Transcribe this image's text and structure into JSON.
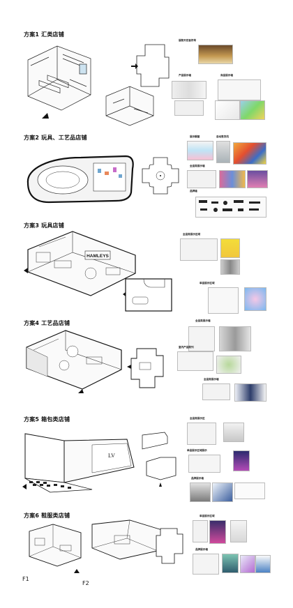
{
  "schemes": [
    {
      "title": "方案1 汇类店铺",
      "labels": [
        "展陈天花板符号",
        "产品展示墙",
        "商品展示墙"
      ]
    },
    {
      "title": "方案2 玩具、工艺品店铺",
      "labels": [
        "展示橱窗",
        "自动售货机",
        "全品类展示墙",
        "品牌墙"
      ]
    },
    {
      "title": "方案3 玩具店铺",
      "labels": [
        "全品类展示区域",
        "单品展示区域"
      ]
    },
    {
      "title": "方案4 工艺品店铺",
      "labels": [
        "全品类展示墙",
        "室内产品陈列",
        "全品类展示墙"
      ]
    },
    {
      "title": "方案5 箱包类店铺",
      "labels": [
        "全品类展示区",
        "单品展示区域展示",
        "品牌展示墙"
      ]
    },
    {
      "title": "方案6 鞋服类店铺",
      "labels": [
        "单品展示区域",
        "品牌展示墙"
      ],
      "floors": [
        "F1",
        "F2"
      ]
    }
  ],
  "sign_text": "HAMLEYS",
  "logo_text": "LV"
}
